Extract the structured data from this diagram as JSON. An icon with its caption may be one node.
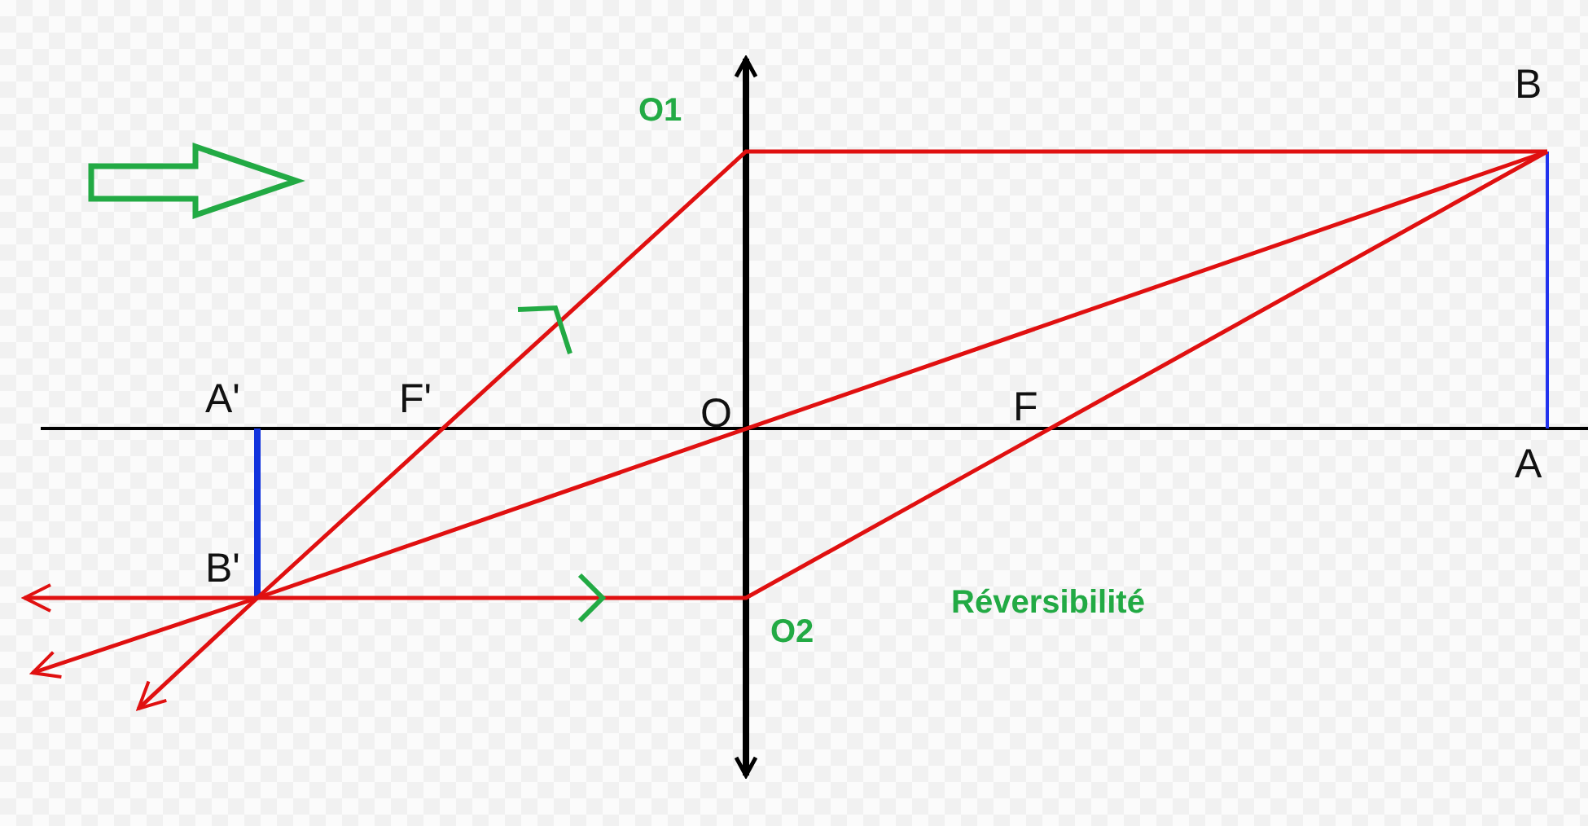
{
  "diagram": {
    "labels": [
      "O1",
      "B",
      "A'",
      "F'",
      "O",
      "F",
      "A",
      "B'",
      "Réversibilité",
      "O2"
    ]
  }
}
